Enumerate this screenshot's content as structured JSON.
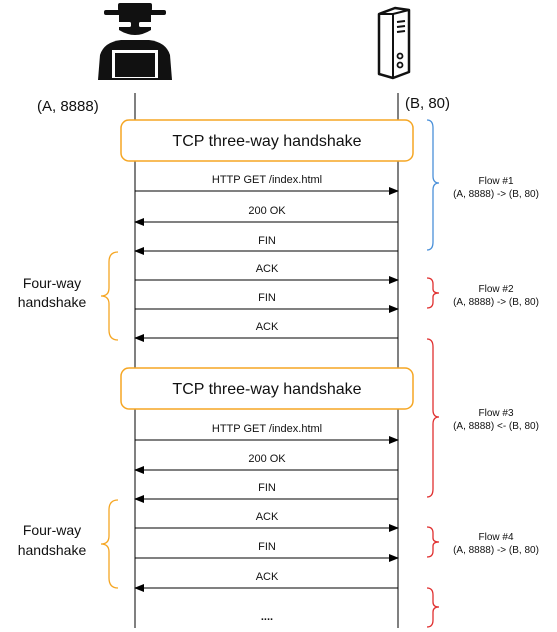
{
  "endpoints": {
    "client": {
      "label": "(A, 8888)",
      "icon": "hacker-icon"
    },
    "server": {
      "label": "(B, 80)",
      "icon": "server-icon"
    }
  },
  "handshakes": {
    "first": "TCP three-way handshake",
    "second": "TCP three-way handshake"
  },
  "messages": [
    {
      "label": "HTTP GET /index.html",
      "direction": "right"
    },
    {
      "label": "200 OK",
      "direction": "left"
    },
    {
      "label": "FIN",
      "direction": "left"
    },
    {
      "label": "ACK",
      "direction": "right"
    },
    {
      "label": "FIN",
      "direction": "right"
    },
    {
      "label": "ACK",
      "direction": "left"
    },
    {
      "label": "HTTP GET /index.html",
      "direction": "right"
    },
    {
      "label": "200 OK",
      "direction": "left"
    },
    {
      "label": "FIN",
      "direction": "left"
    },
    {
      "label": "ACK",
      "direction": "right"
    },
    {
      "label": "FIN",
      "direction": "right"
    },
    {
      "label": "ACK",
      "direction": "left"
    }
  ],
  "ellipsis": "....",
  "side_labels": {
    "first": [
      "Four-way",
      "handshake"
    ],
    "second": [
      "Four-way",
      "handshake"
    ]
  },
  "flows": [
    {
      "title": "Flow #1",
      "tuple": "(A, 8888) -> (B, 80)",
      "color": "#4a90d9"
    },
    {
      "title": "Flow #2",
      "tuple": "(A, 8888) -> (B, 80)",
      "color": "#e03030"
    },
    {
      "title": "Flow #3",
      "tuple": "(A, 8888) <- (B, 80)",
      "color": "#e03030"
    },
    {
      "title": "Flow #4",
      "tuple": "(A, 8888) -> (B, 80)",
      "color": "#e03030"
    }
  ],
  "colors": {
    "handshake_border": "#f5a623",
    "side_brace": "#f5a623",
    "extra_brace": "#e03030",
    "lines": "#000000"
  }
}
